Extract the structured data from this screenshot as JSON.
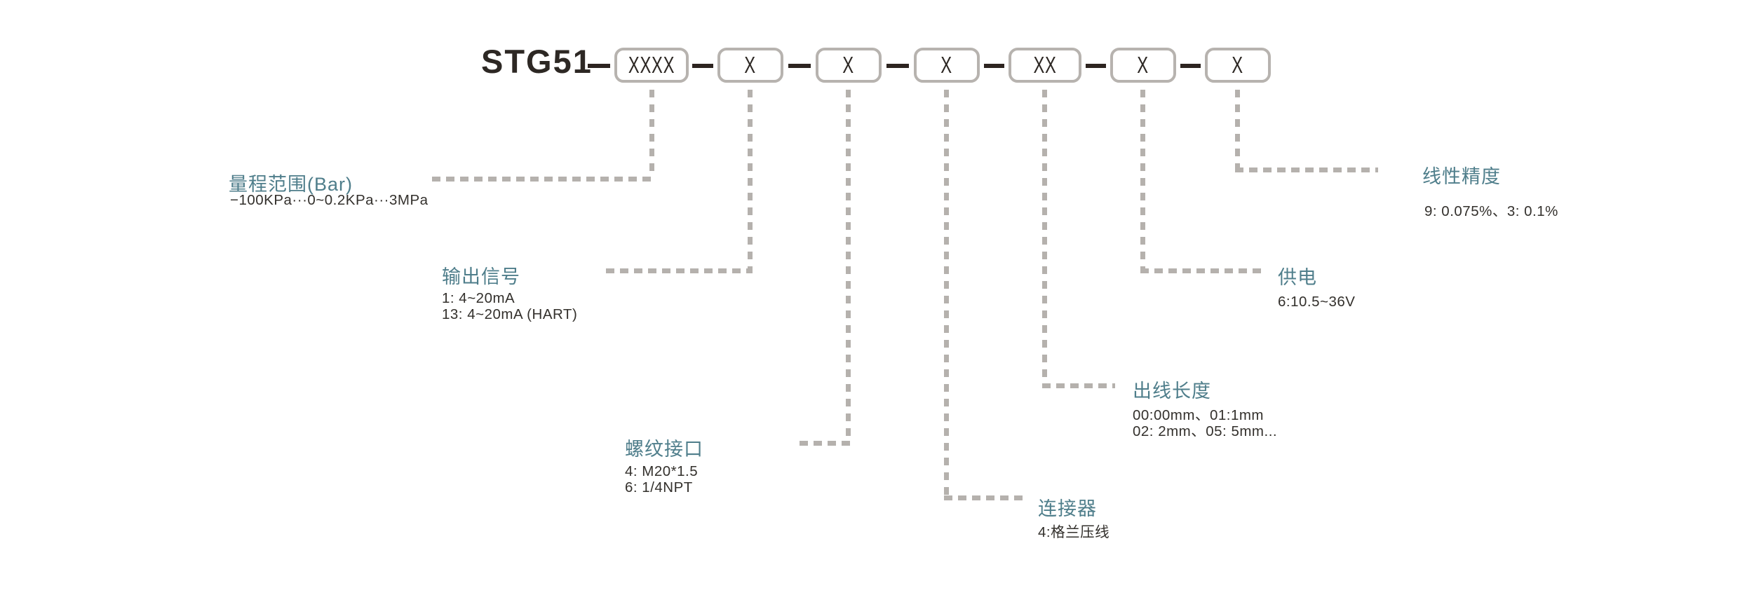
{
  "model": {
    "prefix": "STG51",
    "boxes": [
      {
        "code": "XXXX"
      },
      {
        "code": "X"
      },
      {
        "code": "X"
      },
      {
        "code": "X"
      },
      {
        "code": "XX"
      },
      {
        "code": "X"
      },
      {
        "code": "X"
      }
    ]
  },
  "fields": {
    "range": {
      "label": "量程范围(Bar)",
      "line1": "−100KPa···0~0.2KPa···3MPa"
    },
    "output": {
      "label": "输出信号",
      "line1": "1: 4~20mA",
      "line2": "13: 4~20mA (HART)"
    },
    "thread": {
      "label": "螺纹接口",
      "line1": "4: M20*1.5",
      "line2": "6: 1/4NPT"
    },
    "connector": {
      "label": "连接器",
      "line1": "4:格兰压线"
    },
    "cable_length": {
      "label": "出线长度",
      "line1": "00:00mm、01:1mm",
      "line2": "02: 2mm、05: 5mm..."
    },
    "power": {
      "label": "供电",
      "line1": "6:10.5~36V"
    },
    "accuracy": {
      "label": "线性精度",
      "line1": "9: 0.075%、3: 0.1%"
    }
  },
  "colors": {
    "label_teal": "#4f7e8b",
    "text_dark": "#2d2824",
    "box_border": "#b7b3af",
    "dash_gray": "#b5b1ad",
    "background": "#ffffff"
  }
}
